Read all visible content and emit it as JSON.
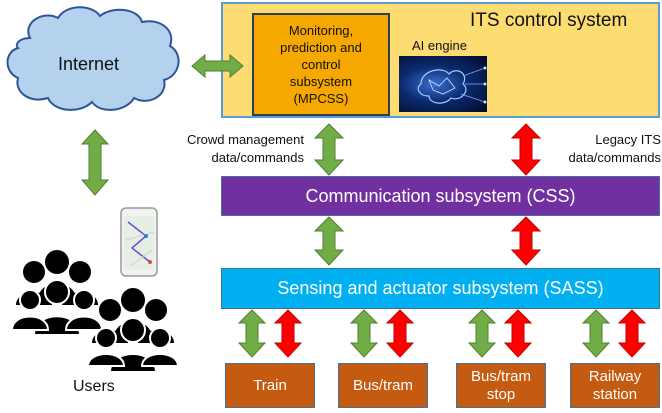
{
  "labels": {
    "internet": "Internet",
    "its_control_system": "ITS control system",
    "mpcss": "Monitoring, prediction and control subsystem (MPCSS)",
    "ai_engine": "AI engine",
    "crowd_management": "Crowd management data/commands",
    "legacy_its": "Legacy ITS data/commands",
    "css": "Communication subsystem (CSS)",
    "sass": "Sensing and actuator subsystem (SASS)",
    "users": "Users",
    "train": "Train",
    "bus_tram": "Bus/tram",
    "bus_tram_stop": "Bus/tram stop",
    "railway_station": "Railway station"
  },
  "colors": {
    "its_background": "#fddc72",
    "mpcss_fill": "#f5a800",
    "css_fill": "#7030a0",
    "sass_fill": "#00b0f0",
    "endpoint_fill": "#c55a11",
    "green_arrow": "#70ad47",
    "red_arrow": "#ff0000",
    "cloud_fill": "#b4d2ee"
  }
}
